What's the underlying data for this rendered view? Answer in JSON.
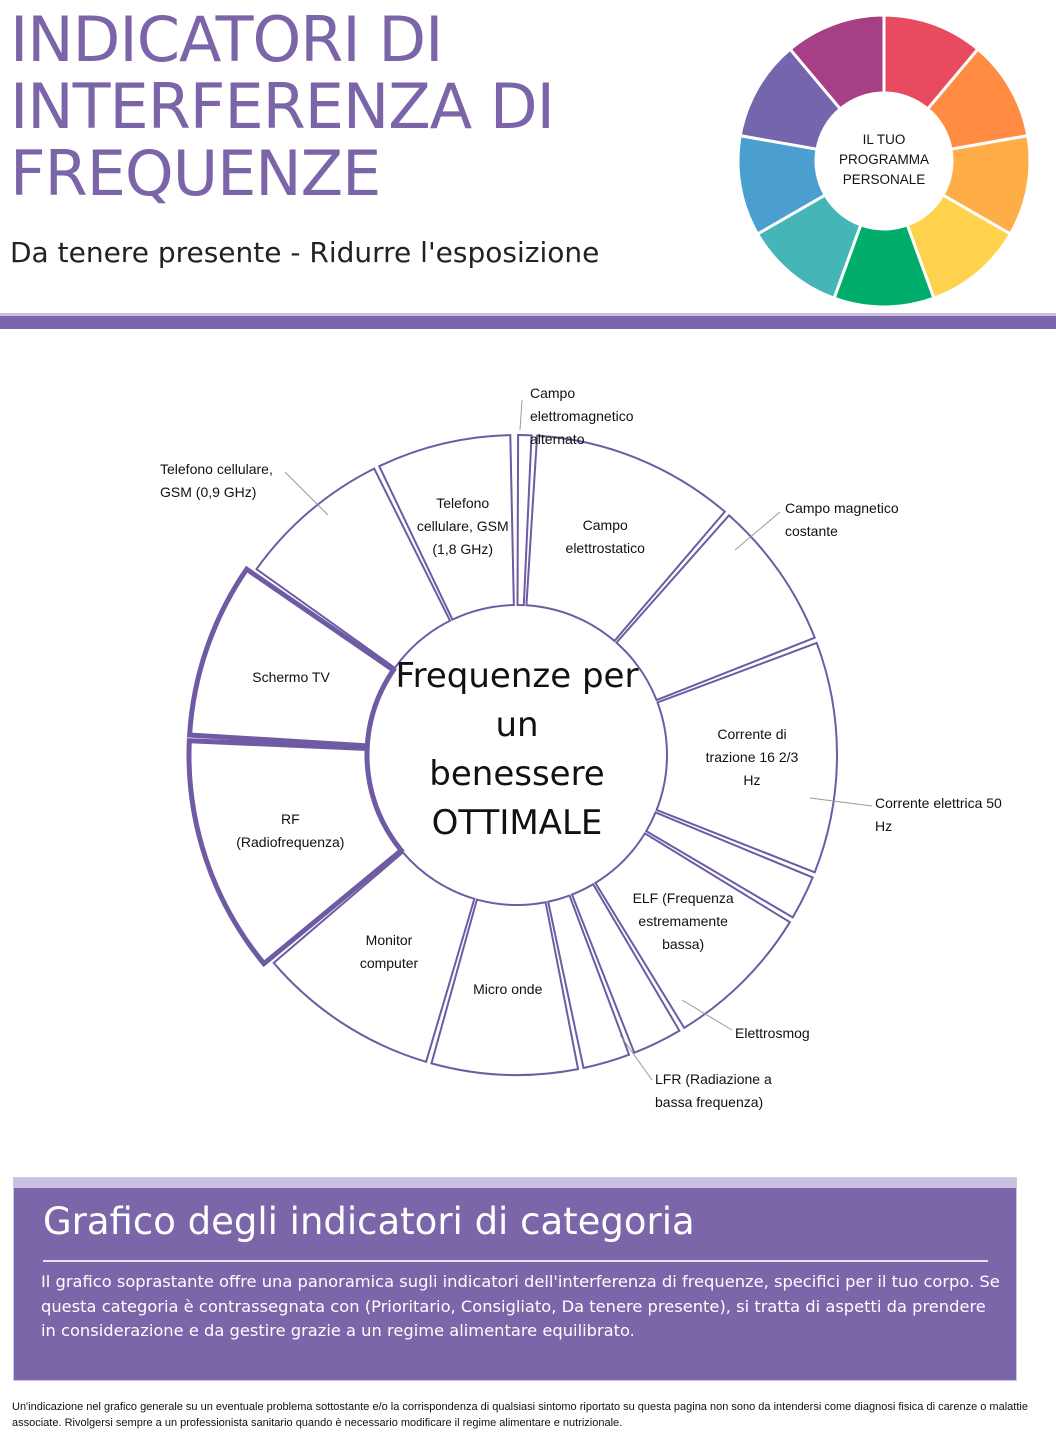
{
  "header": {
    "title": "INDICATORI DI INTERFERENZA DI FREQUENZE",
    "subtitle": "Da tenere presente - Ridurre l'esposizione"
  },
  "program_wheel": {
    "center_lines": [
      "IL TUO",
      "PROGRAMMA",
      "PERSONALE"
    ],
    "colors": [
      "#e84a5f",
      "#ff8c42",
      "#ffad47",
      "#ffd24d",
      "#00ad6b",
      "#45b5b8",
      "#4a9fd0",
      "#7465ad",
      "#a63f86"
    ]
  },
  "chart_data": {
    "type": "pie",
    "center_lines": [
      "Frequenze per",
      "un",
      "benessere",
      "OTTIMALE"
    ],
    "categories": [
      {
        "label": "Campo elettromagnetico alternato",
        "label_lines": [
          "Campo",
          "elettromagnetico",
          "alternato"
        ],
        "status": "normal"
      },
      {
        "label": "Campo elettrostatico",
        "label_lines": [
          "Campo",
          "elettrostatico"
        ],
        "status": "normal"
      },
      {
        "label": "Campo magnetico costante",
        "label_lines": [
          "Campo magnetico",
          "costante"
        ],
        "status": "normal"
      },
      {
        "label": "Corrente di trazione 16 2/3 Hz",
        "label_lines": [
          "Corrente di",
          "trazione 16 2/3",
          "Hz"
        ],
        "status": "normal"
      },
      {
        "label": "Corrente elettrica 50 Hz",
        "label_lines": [
          "Corrente elettrica 50",
          "Hz"
        ],
        "status": "normal"
      },
      {
        "label": "ELF (Frequenza estremamente bassa)",
        "label_lines": [
          "ELF (Frequenza",
          "estremamente",
          "bassa)"
        ],
        "status": "normal"
      },
      {
        "label": "Elettrosmog",
        "label_lines": [
          "Elettrosmog"
        ],
        "status": "normal"
      },
      {
        "label": "LFR (Radiazione a bassa frequenza)",
        "label_lines": [
          "LFR (Radiazione a",
          "bassa frequenza)"
        ],
        "status": "normal"
      },
      {
        "label": "Micro onde",
        "label_lines": [
          "Micro onde"
        ],
        "status": "normal"
      },
      {
        "label": "Monitor computer",
        "label_lines": [
          "Monitor",
          "computer"
        ],
        "status": "normal"
      },
      {
        "label": "RF (Radiofrequenza)",
        "label_lines": [
          "RF",
          "(Radiofrequenza)"
        ],
        "status": "highlighted"
      },
      {
        "label": "Schermo TV",
        "label_lines": [
          "Schermo TV"
        ],
        "status": "highlighted"
      },
      {
        "label": "Telefono cellulare, GSM (0,9 GHz)",
        "label_lines": [
          "Telefono cellulare,",
          "GSM (0,9 GHz)"
        ],
        "status": "normal"
      },
      {
        "label": "Telefono cellulare, GSM (1,8 GHz)",
        "label_lines": [
          "Telefono",
          "cellulare, GSM",
          "(1,8 GHz)"
        ],
        "status": "normal"
      }
    ],
    "colors": {
      "stroke": "#6e5ba3",
      "fill": "#ffffff"
    }
  },
  "info": {
    "title": "Grafico degli indicatori di categoria",
    "body": "Il grafico soprastante offre una panoramica sugli indicatori dell'interferenza di frequenze, specifici per il tuo corpo. Se questa categoria è contrassegnata con (Prioritario, Consigliato, Da tenere presente), si tratta di aspetti da prendere in considerazione e da gestire grazie a un regime alimentare equilibrato."
  },
  "disclaimer": "Un'indicazione nel grafico generale su un eventuale problema sottostante e/o la corrispondenza di qualsiasi sintomo riportato su questa pagina non sono da intendersi come diagnosi fisica di carenze o malattie associate. Rivolgersi sempre a un professionista sanitario quando è necessario modificare il regime alimentare e nutrizionale."
}
